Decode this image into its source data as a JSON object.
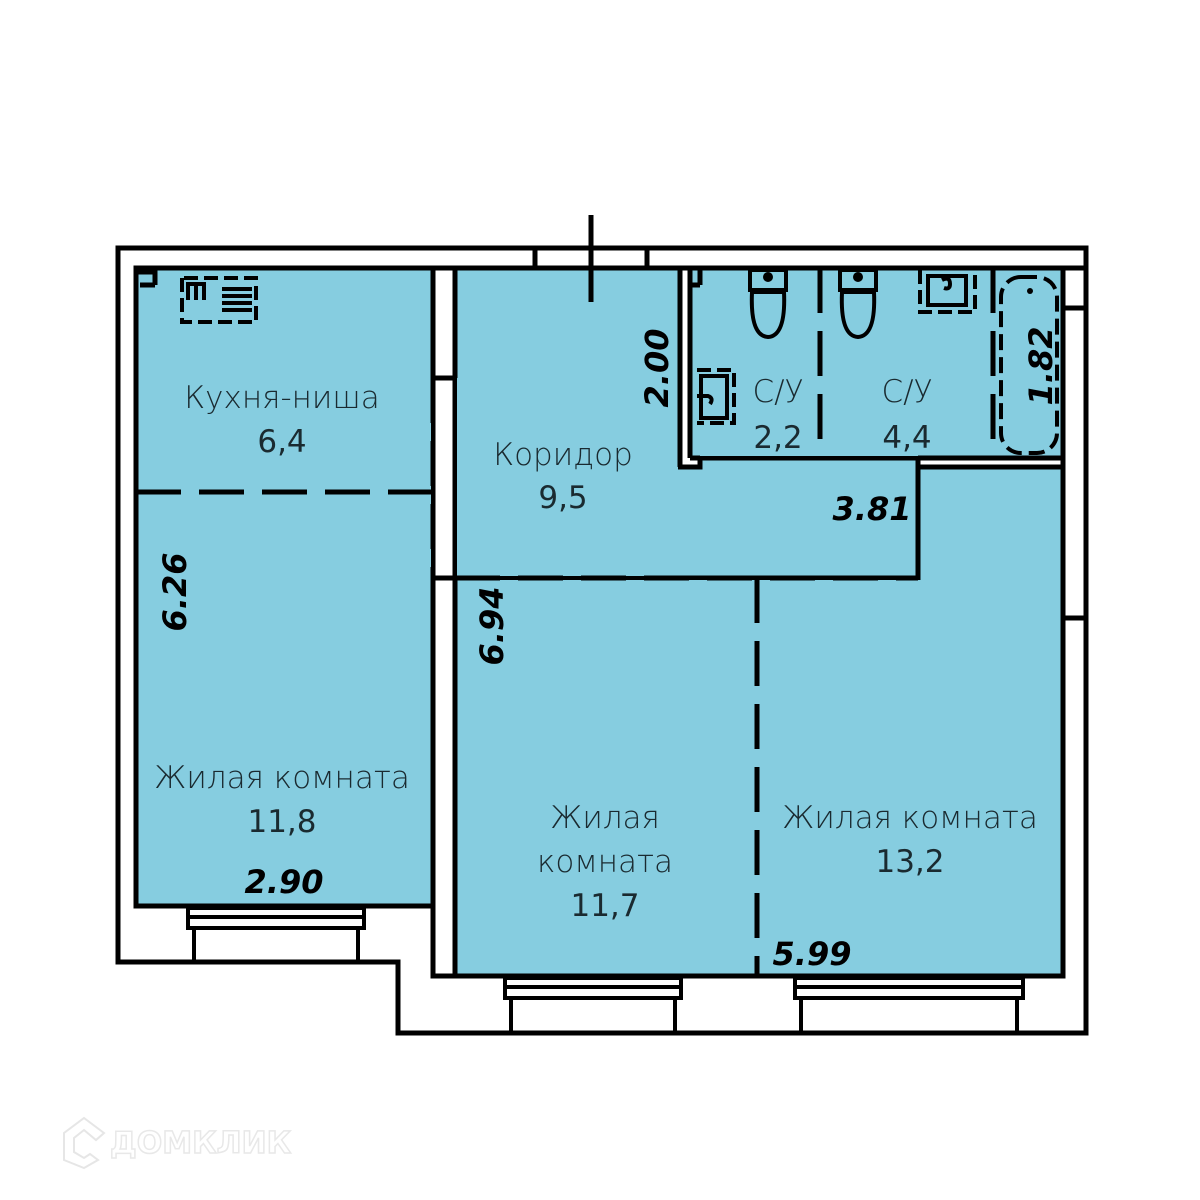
{
  "plan": {
    "fill_color": "#86cde0",
    "wall_color": "#000000",
    "rooms": [
      {
        "id": "kitchen",
        "name": "Кухня-ниша",
        "area": "6,4"
      },
      {
        "id": "corridor",
        "name": "Коридор",
        "area": "9,5"
      },
      {
        "id": "bath1",
        "name": "С/У",
        "area": "2,2"
      },
      {
        "id": "bath2",
        "name": "С/У",
        "area": "4,4"
      },
      {
        "id": "living-left",
        "name": "Жилая комната",
        "area": "11,8"
      },
      {
        "id": "living-middle",
        "name_line1": "Жилая",
        "name_line2": "комната",
        "area": "11,7"
      },
      {
        "id": "living-right",
        "name": "Жилая комната",
        "area": "13,2"
      }
    ],
    "dimensions": {
      "corridor_width": "2.00",
      "bath_length": "1.82",
      "corridor_length": "3.81",
      "left_room_length": "6.26",
      "middle_room_length": "6.94",
      "left_room_width": "2.90",
      "right_room_width": "5.99"
    }
  },
  "watermark": {
    "text": "ДОМКЛИК",
    "icon": "house-logo-icon"
  }
}
